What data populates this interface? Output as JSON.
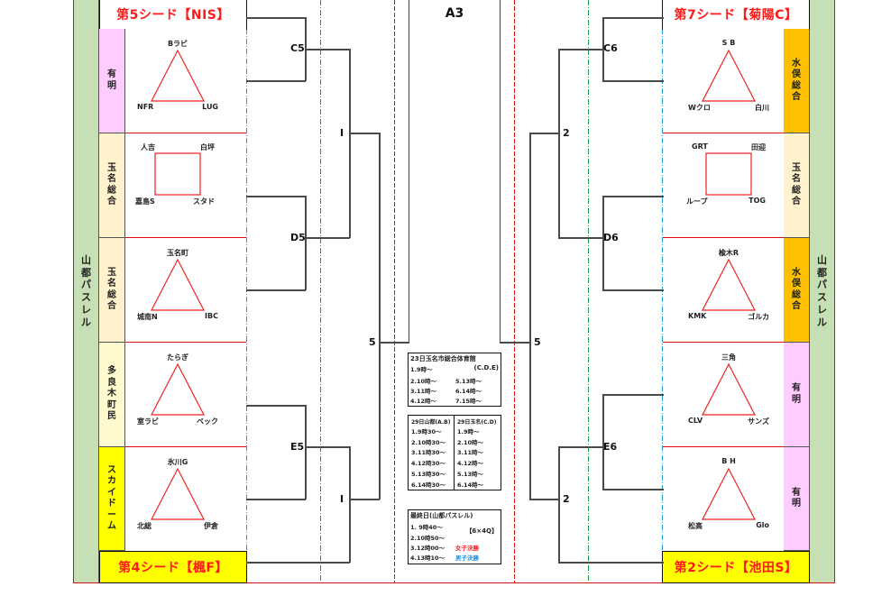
{
  "center": {
    "title": "A3"
  },
  "colors": {
    "red": "#e01010",
    "green_col": "#c6dfb4",
    "seed_yellow": "#ffff00",
    "ariake_pink": "#ffccff",
    "tamana_beige": "#fff2cc",
    "minamata_orange": "#ffc000",
    "taragi_cream": "#fffacd",
    "blue_dash": "#1ca0d8",
    "green_dash": "#10a050"
  },
  "left": {
    "outer_venue": [
      "山",
      "都",
      "パ",
      "ス",
      "レ",
      "ル"
    ],
    "top_seed": "第5シード【NIS】",
    "bottom_seed": "第4シード【楓F】",
    "groups": [
      {
        "venue": [
          "有",
          "明"
        ],
        "shape": "triangle",
        "teams": [
          "Bラビ",
          "NFR",
          "LUG"
        ]
      },
      {
        "venue": [
          "玉",
          "名",
          "総",
          "合"
        ],
        "shape": "square",
        "teams": [
          "人吉",
          "白坪",
          "嘉島S",
          "スタド"
        ]
      },
      {
        "venue": [
          "玉",
          "名",
          "総",
          "合"
        ],
        "shape": "triangle",
        "teams": [
          "玉名町",
          "城南N",
          "IBC"
        ]
      },
      {
        "venue": [
          "多",
          "良",
          "木",
          "町",
          "民"
        ],
        "shape": "triangle",
        "teams": [
          "たらぎ",
          "室ラビ",
          "ベック"
        ]
      },
      {
        "venue": [
          "ス",
          "カ",
          "イ",
          "ド",
          "ー",
          "ム"
        ],
        "shape": "triangle",
        "teams": [
          "氷川G",
          "北総",
          "伊倉"
        ]
      }
    ],
    "matches": {
      "c": "C5",
      "d": "D5",
      "e": "E5",
      "r2a": "I",
      "r2b": "I",
      "r3": "5"
    }
  },
  "right": {
    "outer_venue": [
      "山",
      "都",
      "パ",
      "ス",
      "レ",
      "ル"
    ],
    "top_seed": "第7シード【菊陽C】",
    "bottom_seed": "第2シード【池田S】",
    "groups": [
      {
        "venue": [
          "水",
          "俣",
          "総",
          "合"
        ],
        "shape": "triangle",
        "teams": [
          "S B",
          "Wクロ",
          "白川"
        ]
      },
      {
        "venue": [
          "玉",
          "名",
          "総",
          "合"
        ],
        "shape": "square",
        "teams": [
          "GRT",
          "田迎",
          "ループ",
          "TOG"
        ]
      },
      {
        "venue": [
          "水",
          "俣",
          "総",
          "合"
        ],
        "shape": "triangle",
        "teams": [
          "楡木R",
          "KMK",
          "ゴルカ"
        ]
      },
      {
        "venue": [
          "有",
          "明"
        ],
        "shape": "triangle",
        "teams": [
          "三角",
          "CLV",
          "サンズ"
        ]
      },
      {
        "venue": [
          "有",
          "明"
        ],
        "shape": "triangle",
        "teams": [
          "B H",
          "松高",
          "Glo"
        ]
      }
    ],
    "matches": {
      "c": "C6",
      "d": "D6",
      "e": "E6",
      "r2a": "2",
      "r2b": "2",
      "r3": "5"
    }
  },
  "schedule": {
    "day23": {
      "title": "23日玉名市総合体育館",
      "courts": "(C.D.E)",
      "rows": [
        [
          "1.9時～",
          ""
        ],
        [
          "2.10時～",
          "5.13時～"
        ],
        [
          "3.11時～",
          "6.14時～"
        ],
        [
          "4.12時～",
          "7.15時～"
        ]
      ]
    },
    "day29": {
      "head_left": "29日山都(A.B)",
      "head_right": "29日玉名(C.D)",
      "left": [
        "1.9時30～",
        "2.10時30～",
        "3.11時30～",
        "4.12時30～",
        "5.13時30～",
        "6.14時30～"
      ],
      "right": [
        "1.9時～",
        "2.10時～",
        "3.11時～",
        "4.12時～",
        "5.13時～",
        "6.14時～"
      ]
    },
    "final": {
      "title": "最終日(山都パスレル)",
      "format": "【6×4Q】",
      "rows": [
        "1. 9時40～",
        "2.10時50～",
        "3.12時00～",
        "4.13時10～"
      ],
      "women_final": "女子決勝",
      "men_final": "男子決勝"
    }
  }
}
